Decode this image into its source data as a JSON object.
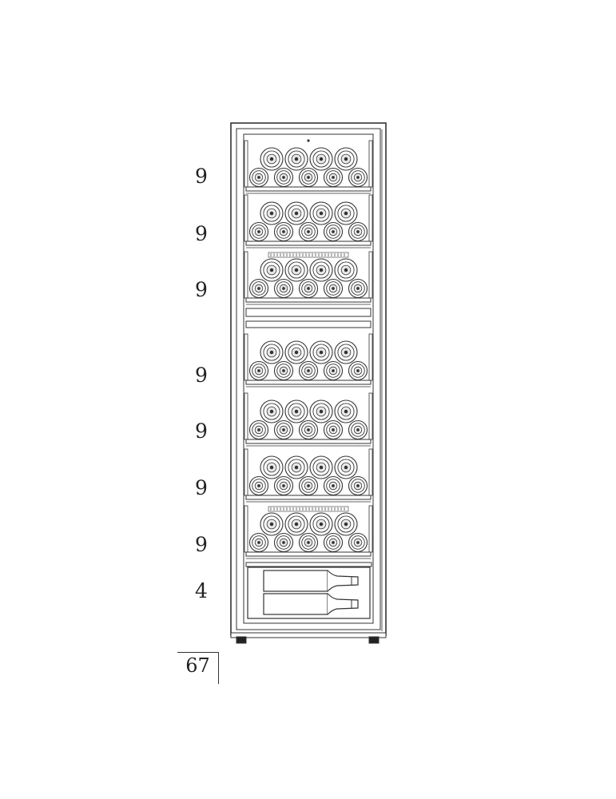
{
  "shelves": [
    {
      "count": "9",
      "rows": [
        4,
        5
      ],
      "vent": false
    },
    {
      "count": "9",
      "rows": [
        4,
        5
      ],
      "vent": false
    },
    {
      "count": "9",
      "rows": [
        4,
        5
      ],
      "vent": true
    },
    {
      "count": "9",
      "rows": [
        4,
        5
      ],
      "vent": false
    },
    {
      "count": "9",
      "rows": [
        4,
        5
      ],
      "vent": false
    },
    {
      "count": "9",
      "rows": [
        4,
        5
      ],
      "vent": false
    },
    {
      "count": "9",
      "rows": [
        4,
        5
      ],
      "vent": true
    }
  ],
  "bottom_section": {
    "count": "4",
    "bottles_side_view": 2
  },
  "total": "67",
  "colors": {
    "line": "#333333",
    "fill": "#ffffff",
    "shade": "#e8e8e8"
  }
}
